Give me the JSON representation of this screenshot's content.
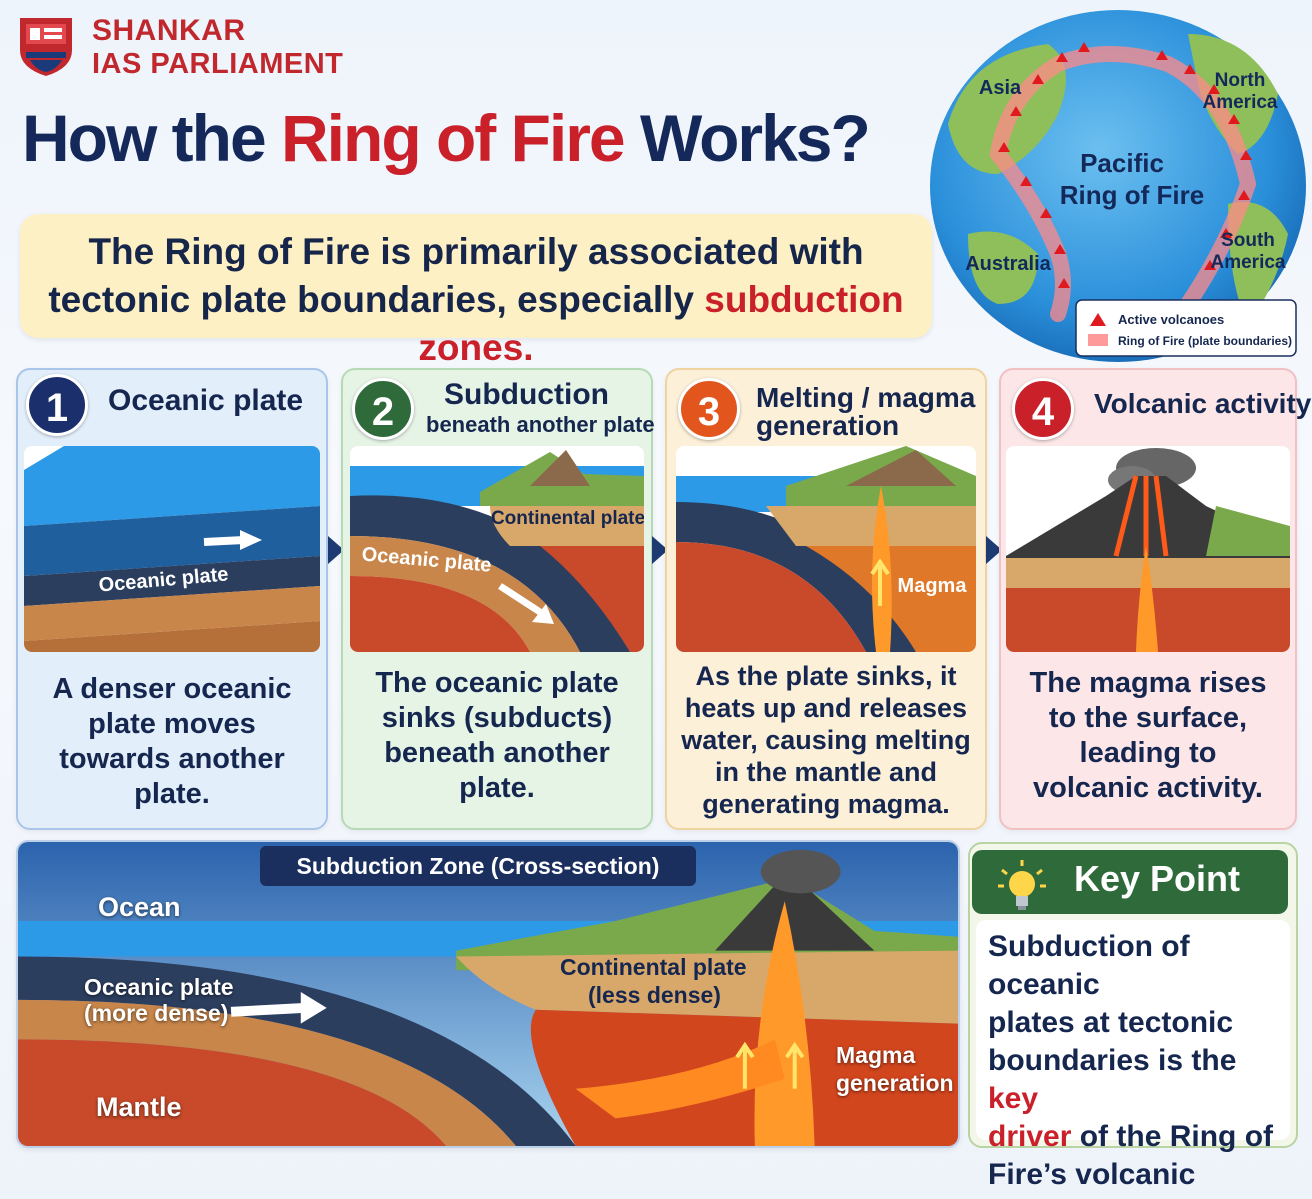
{
  "brand": {
    "line1": "SHANKAR",
    "line2": "IAS PARLIAMENT"
  },
  "title": {
    "part1": "How the ",
    "highlight": "Ring of Fire",
    "part2": " Works?"
  },
  "intro": {
    "line1": "The Ring of Fire is primarily associated with",
    "line2_plain": "tectonic plate boundaries, especially ",
    "line2_highlight": "subduction zones."
  },
  "globe": {
    "asia": "Asia",
    "north_america_1": "North",
    "north_america_2": "America",
    "center_1": "Pacific",
    "center_2": "Ring of Fire",
    "south_america_1": "South",
    "south_america_2": "America",
    "australia": "Australia",
    "legend_volcanoes": "Active volcanoes",
    "legend_boundaries": "Ring of Fire (plate boundaries)"
  },
  "steps": [
    {
      "number": "1",
      "title": "Oceanic plate",
      "subtitle": "",
      "illus_label": "Oceanic plate",
      "text_lines": [
        "A denser oceanic",
        "plate moves",
        "towards another",
        "plate."
      ]
    },
    {
      "number": "2",
      "title": "Subduction",
      "subtitle": "beneath another plate",
      "illus_label_1": "Continental plate",
      "illus_label_2": "Oceanic plate",
      "text_lines": [
        "The oceanic plate",
        "sinks (subducts)",
        "beneath another",
        "plate."
      ]
    },
    {
      "number": "3",
      "title": "Melting / magma",
      "subtitle": "generation",
      "illus_label": "Magma",
      "text_lines": [
        "As the plate sinks, it",
        "heats up and releases",
        "water, causing melting",
        "in the mantle and",
        "generating magma."
      ]
    },
    {
      "number": "4",
      "title": "Volcanic activity",
      "subtitle": "",
      "text_lines": [
        "The magma rises",
        "to the surface,",
        "leading to",
        "volcanic activity."
      ]
    }
  ],
  "cross_section": {
    "title": "Subduction Zone (Cross-section)",
    "ocean": "Ocean",
    "oceanic_1": "Oceanic plate",
    "oceanic_2": "(more dense)",
    "continental_1": "Continental plate",
    "continental_2": "(less dense)",
    "magma_1": "Magma",
    "magma_2": "generation",
    "mantle": "Mantle"
  },
  "key_point": {
    "title": "Key Point",
    "l1": "Subduction of oceanic",
    "l2": "plates at tectonic",
    "l3_plain": "boundaries is the ",
    "l3_red": "key",
    "l4_red": "driver",
    "l4_plain": " of the Ring of",
    "l5": "Fire’s volcanic activity."
  },
  "colors": {
    "navy": "#15264f",
    "red": "#c9202a",
    "step1": "#1a2f6b",
    "step2": "#2f6b3a",
    "step3": "#e2561e",
    "step4": "#c9202a"
  }
}
